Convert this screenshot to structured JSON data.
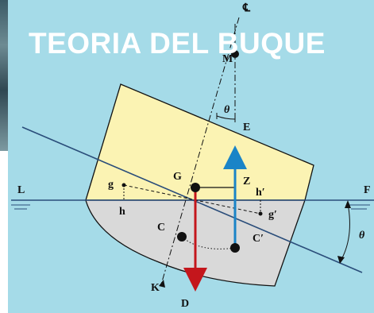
{
  "title": "TEORIA DEL BUQUE",
  "labels": {
    "centerline": "℄",
    "metacenter": "M",
    "theta_top": "θ",
    "theta_right": "θ",
    "E": "E",
    "G": "G",
    "Z": "Z",
    "g": "g",
    "h": "h",
    "h_prime": "h′",
    "g_prime": "g′",
    "C": "C",
    "C_prime": "C′",
    "K": "K",
    "D": "D",
    "L": "L",
    "F": "F"
  },
  "colors": {
    "background": "#a5dbe8",
    "hull_above_water": "#fbf3b3",
    "hull_below_water": "#d9d9d9",
    "buoyancy_arrow": "#1a84c7",
    "weight_arrow": "#c4161c",
    "waterline": "#2a4d7a",
    "label_E": "#1f4fd0",
    "label_D": "#c4161c"
  }
}
